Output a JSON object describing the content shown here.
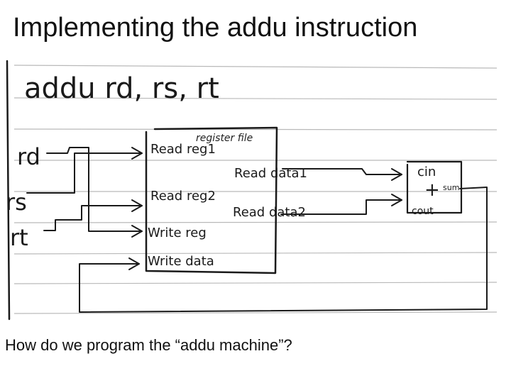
{
  "title": "Implementing the addu instruction",
  "question": "How do we program the “addu machine”?",
  "sketch": {
    "instruction": "addu rd, rs, rt",
    "inputs": [
      "rd",
      "rs",
      "rt"
    ],
    "register_file": {
      "caption": "register file",
      "ports_in": [
        "Read reg1",
        "Read reg2",
        "Write reg",
        "Write data"
      ],
      "ports_out": [
        "Read data1",
        "Read data2"
      ]
    },
    "adder": {
      "carry_in": "cin",
      "op": "+",
      "sum": "sum",
      "carry_out": "cout"
    }
  }
}
